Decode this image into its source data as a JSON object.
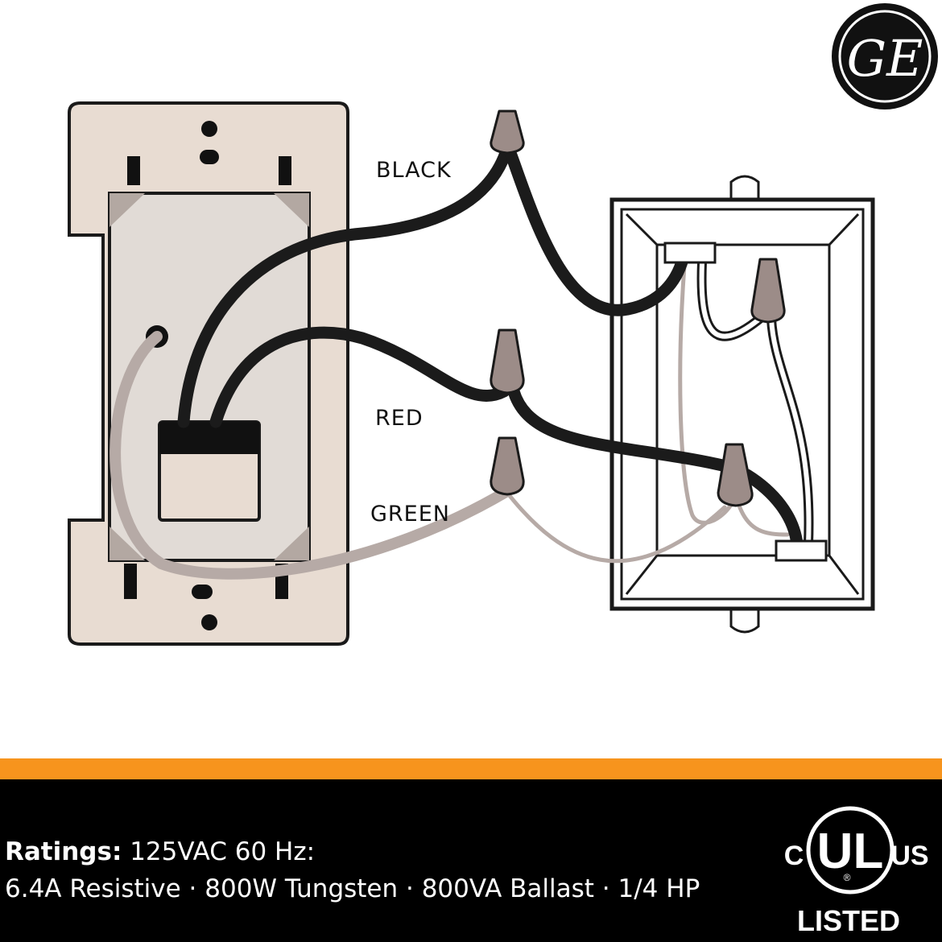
{
  "wire_labels": {
    "black": "BLACK",
    "red": "RED",
    "green": "GREEN"
  },
  "footer": {
    "ratings_label": "Ratings:",
    "ratings_line1": " 125VAC 60 Hz:",
    "ratings_line2": "6.4A Resistive · 800W Tungsten · 800VA Ballast · 1/4 HP"
  },
  "ul_mark": {
    "c": "C",
    "ul": "UL",
    "us": "US",
    "listed": "LISTED",
    "registered": "®"
  },
  "logo": {
    "text": "GE"
  },
  "colors": {
    "black_wire": "#1b1b1b",
    "green_wire": "#b6aaa6",
    "wall_plate": "#e8dcd2",
    "switch_body": "#e1dbd6",
    "wire_nut": "#9c8c88",
    "orange_bar": "#f7941d",
    "footer_bg": "#000000"
  }
}
